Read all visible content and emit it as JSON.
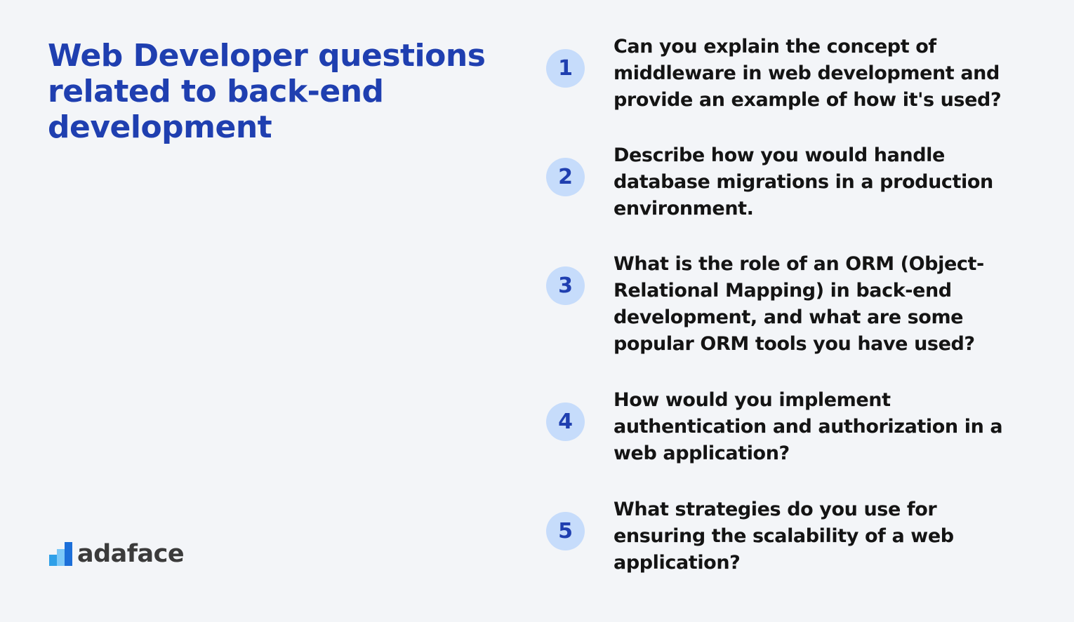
{
  "title": "Web Developer questions related to back-end development",
  "questions": [
    {
      "number": "1",
      "text": "Can you explain the concept of middleware in web development and provide an example of how it's used?"
    },
    {
      "number": "2",
      "text": "Describe how you would handle database migrations in a production environment."
    },
    {
      "number": "3",
      "text": "What is the role of an ORM (Object-Relational Mapping) in back-end development, and what are some popular ORM tools you have used?"
    },
    {
      "number": "4",
      "text": "How would you implement authentication and authorization in a web application?"
    },
    {
      "number": "5",
      "text": "What strategies do you use for ensuring the scalability of a web application?"
    }
  ],
  "logo": {
    "text": "adaface",
    "icon": "adaface-logo-icon",
    "colors": [
      "#2fa0e8",
      "#7cc8f8",
      "#1c6fd9"
    ]
  },
  "colors": {
    "background": "#f3f5f8",
    "title": "#1f3fb0",
    "number_badge": "#c6dcfb",
    "number_text": "#1f3fb0",
    "question_text": "#141414"
  }
}
